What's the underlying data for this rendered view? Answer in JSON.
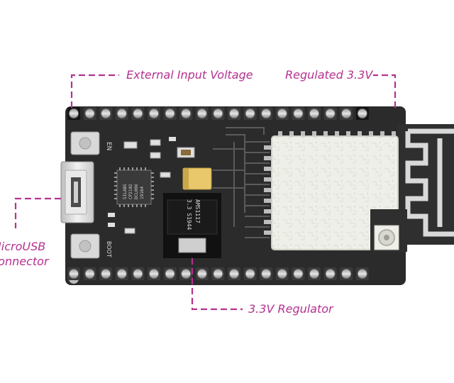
{
  "callouts": {
    "external_input_voltage": "External Input Voltage",
    "regulated_3v3": "Regulated 3.3V",
    "microusb_line1": "MicroUSB",
    "microusb_line2": "Connector",
    "regulator_3v3": "3.3V Regulator"
  },
  "board": {
    "button_en": "EN",
    "button_boot": "BOOT",
    "usb_chip_line1": "SILABS",
    "usb_chip_line2": "CP2102",
    "usb_chip_line3": "DCL00X",
    "usb_chip_line4": "19164",
    "regulator_line1": "AMS1117",
    "regulator_line2": "3.3  S1944"
  },
  "colors": {
    "callout": "#b5318f",
    "board": "#2b2b2b",
    "module": "#efefe9",
    "tantalum": "#e8c86a"
  }
}
